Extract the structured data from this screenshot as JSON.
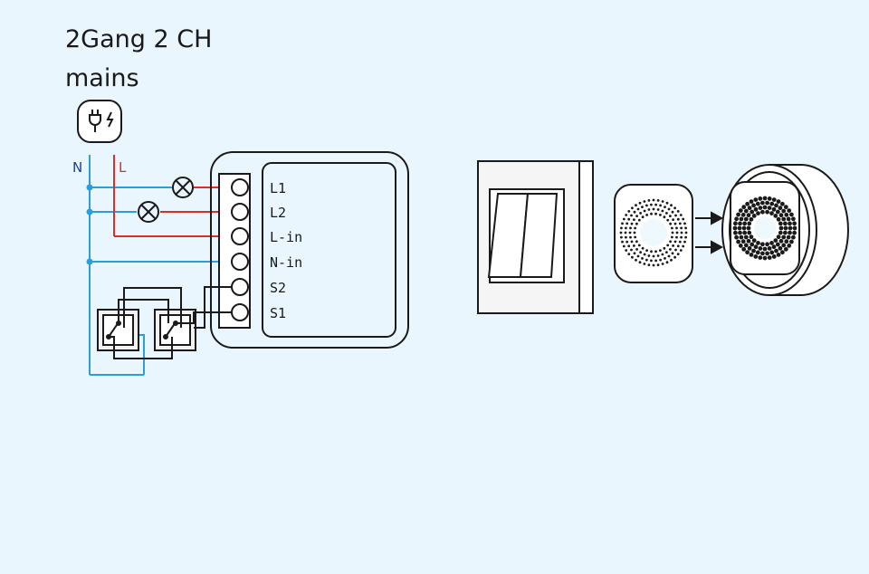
{
  "title": {
    "line1": "2Gang 2 CH",
    "line2": "mains"
  },
  "icons": {
    "plug": "plug-power-icon",
    "lamp": "lamp-icon"
  },
  "wires": {
    "neutral": "N",
    "live": "L"
  },
  "terminals": [
    "L1",
    "L2",
    "L-in",
    "N-in",
    "S2",
    "S1"
  ],
  "colors": {
    "neutral_wire": "#2a9fd8",
    "live_wire": "#e02b2b",
    "neutral_label": "#1f3f8f",
    "live_label": "#e02b2b",
    "outline": "#1a1a1a",
    "background": "#e9f6fd"
  }
}
